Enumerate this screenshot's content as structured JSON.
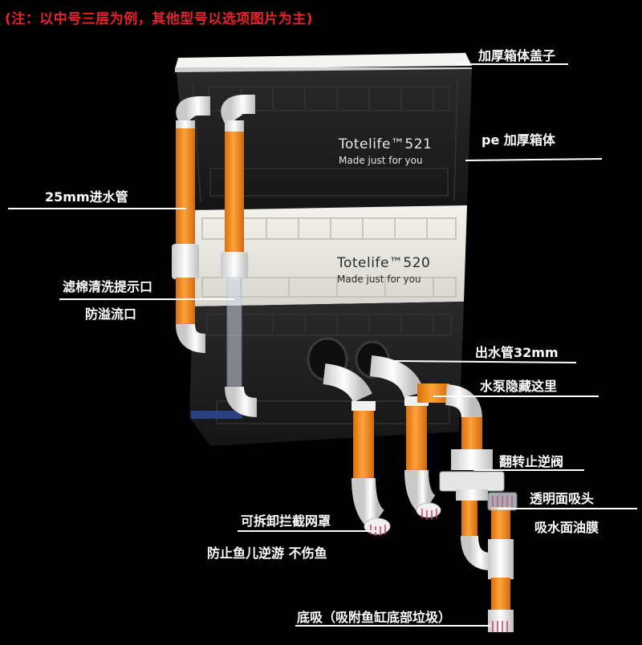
{
  "note": "(注：以中号三层为例，其他型号以选项图片为主)",
  "labels": {
    "lid": "加厚箱体盖子",
    "body": "pe 加厚箱体",
    "inlet": "25mm进水管",
    "filter_hint": "滤棉清洗提示口",
    "overflow": "防溢流口",
    "outlet": "出水管32mm",
    "pump": "水泵隐藏这里",
    "check_valve": "翻转止逆阀",
    "skimmer_head": "透明面吸头",
    "skimmer_desc": "吸水面油膜",
    "guard": "可拆卸拦截网罩",
    "guard_desc": "防止鱼儿逆游  不伤鱼",
    "bottom": "底吸（吸附鱼缸底部垃圾）"
  },
  "boxes": {
    "top": {
      "name": "Totelife™521",
      "tagline": "Made just for you"
    },
    "middle": {
      "name": "Totelife™520",
      "tagline": "Made just for you"
    }
  },
  "colors": {
    "background": "#000000",
    "note": "#e8222b",
    "pipe_orange": "#f28a1c",
    "pipe_white": "#f2f2f2",
    "box_black": "#1e1e1e",
    "box_white": "#e9e7e0"
  }
}
